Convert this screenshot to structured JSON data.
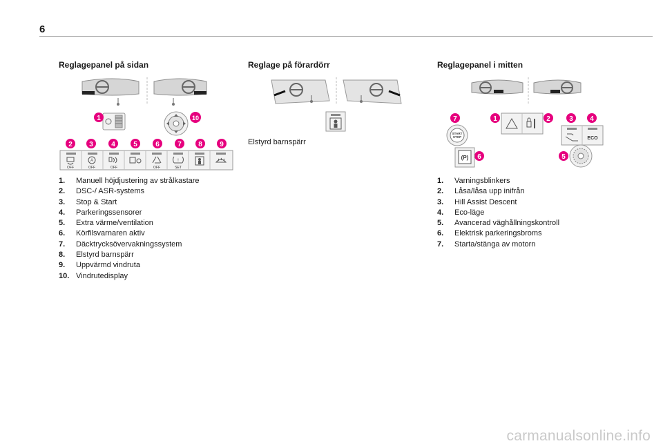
{
  "page": {
    "number": "6"
  },
  "columns": [
    {
      "title": "Reglagepanel på sidan",
      "panel_callouts": [
        "1",
        "10",
        "2",
        "3",
        "4",
        "5",
        "6",
        "7",
        "8",
        "9"
      ],
      "switch_labels": [
        "OFF",
        "OFF",
        "OFF",
        "OFF",
        "SET"
      ],
      "items": [
        {
          "num": "1.",
          "text": "Manuell höjdjustering av strålkastare"
        },
        {
          "num": "2.",
          "text": "DSC-/ ASR-systems"
        },
        {
          "num": "3.",
          "text": "Stop & Start"
        },
        {
          "num": "4.",
          "text": "Parkeringssensorer"
        },
        {
          "num": "5.",
          "text": "Extra värme/ventilation"
        },
        {
          "num": "6.",
          "text": "Körfilsvarnaren aktiv"
        },
        {
          "num": "7.",
          "text": "Däcktrycksövervakningssystem"
        },
        {
          "num": "8.",
          "text": "Elstyrd barnspärr"
        },
        {
          "num": "9.",
          "text": "Uppvärmd vindruta"
        },
        {
          "num": "10.",
          "text": "Vindrutedisplay"
        }
      ]
    },
    {
      "title": "Reglage på förardörr",
      "caption": "Elstyrd barnspärr"
    },
    {
      "title": "Reglagepanel i mitten",
      "panel_callouts": [
        "7",
        "1",
        "2",
        "3",
        "4",
        "6",
        "5"
      ],
      "switch_labels": [
        "START",
        "STOP",
        "(P)",
        "ECO"
      ],
      "items": [
        {
          "num": "1.",
          "text": "Varningsblinkers"
        },
        {
          "num": "2.",
          "text": "Låsa/låsa upp inifrån"
        },
        {
          "num": "3.",
          "text": "Hill Assist Descent"
        },
        {
          "num": "4.",
          "text": "Eco-läge"
        },
        {
          "num": "5.",
          "text": "Avancerad väghållningskontroll"
        },
        {
          "num": "6.",
          "text": "Elektrisk parkeringsbroms"
        },
        {
          "num": "7.",
          "text": "Starta/stänga av motorn"
        }
      ]
    }
  ],
  "watermark": "carmanualsonline.info",
  "colors": {
    "callout": "#e6007e",
    "icon_gray": "#9c9c9c",
    "panel_bg": "#f2f2f2"
  }
}
